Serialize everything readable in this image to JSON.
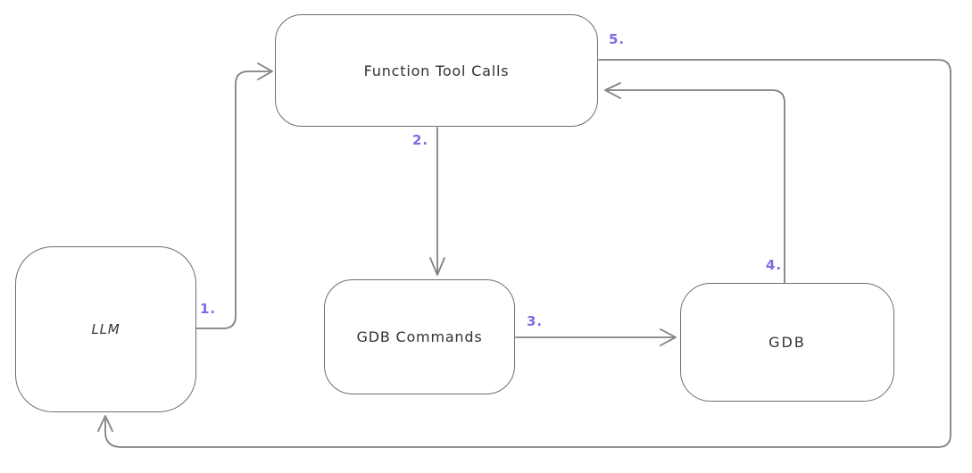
{
  "diagram": {
    "type": "flowchart",
    "style": "hand-drawn",
    "nodes": [
      {
        "id": "llm",
        "label": "LLM"
      },
      {
        "id": "function-tool-calls",
        "label": "Function Tool Calls"
      },
      {
        "id": "gdb-commands",
        "label": "GDB Commands"
      },
      {
        "id": "gdb",
        "label": "GDB"
      }
    ],
    "edges": [
      {
        "step": "1.",
        "from": "LLM",
        "to": "Function Tool Calls"
      },
      {
        "step": "2.",
        "from": "Function Tool Calls",
        "to": "GDB Commands"
      },
      {
        "step": "3.",
        "from": "GDB Commands",
        "to": "GDB"
      },
      {
        "step": "4.",
        "from": "GDB",
        "to": "Function Tool Calls"
      },
      {
        "step": "5.",
        "from": "Function Tool Calls",
        "to": "LLM"
      }
    ],
    "colors": {
      "background": "#ffffff",
      "node_fill": "#ffffff",
      "node_border": "#6e6e74",
      "arrow": "#818181",
      "node_text": "#333333",
      "step_label": "#7a6ce2"
    }
  }
}
